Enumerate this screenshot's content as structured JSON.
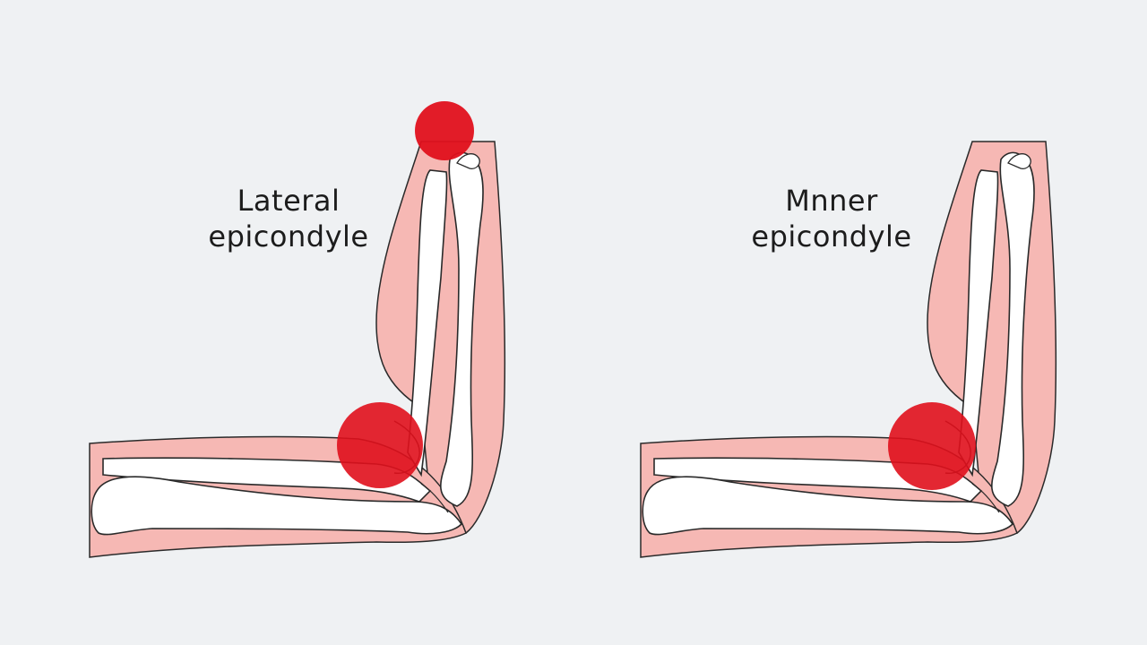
{
  "colors": {
    "background": "#eff1f3",
    "muscle": "#f6b8b4",
    "bone": "#ffffff",
    "outline": "#2a2a2a",
    "marker": "#e0101c"
  },
  "panels": [
    {
      "label_line1": "Lateral",
      "label_line2": "epicondyle",
      "markers": [
        "shoulder-marker",
        "elbow-marker"
      ]
    },
    {
      "label_line1": "Mnner",
      "label_line2": "epicondyle",
      "markers": [
        "elbow-marker"
      ]
    }
  ]
}
